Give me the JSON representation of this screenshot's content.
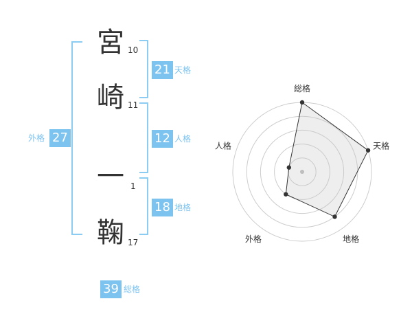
{
  "name": [
    {
      "char": "宮",
      "strokes": "10"
    },
    {
      "char": "崎",
      "strokes": "11"
    },
    {
      "char": "一",
      "strokes": "1"
    },
    {
      "char": "鞠",
      "strokes": "17"
    }
  ],
  "kaku": {
    "ten": {
      "label": "天格",
      "value": "21"
    },
    "jin": {
      "label": "人格",
      "value": "12"
    },
    "chi": {
      "label": "地格",
      "value": "18"
    },
    "gai": {
      "label": "外格",
      "value": "27"
    },
    "sou": {
      "label": "総格",
      "value": "39"
    }
  },
  "colors": {
    "accent": "#7cc3f0",
    "bracket": "#8ccbf2"
  },
  "chart_data": {
    "type": "radar",
    "axes": [
      "総格",
      "天格",
      "地格",
      "外格",
      "人格"
    ],
    "values": [
      5,
      5,
      4,
      2,
      1
    ],
    "rmax": 5,
    "rings": 5,
    "grid": true
  }
}
